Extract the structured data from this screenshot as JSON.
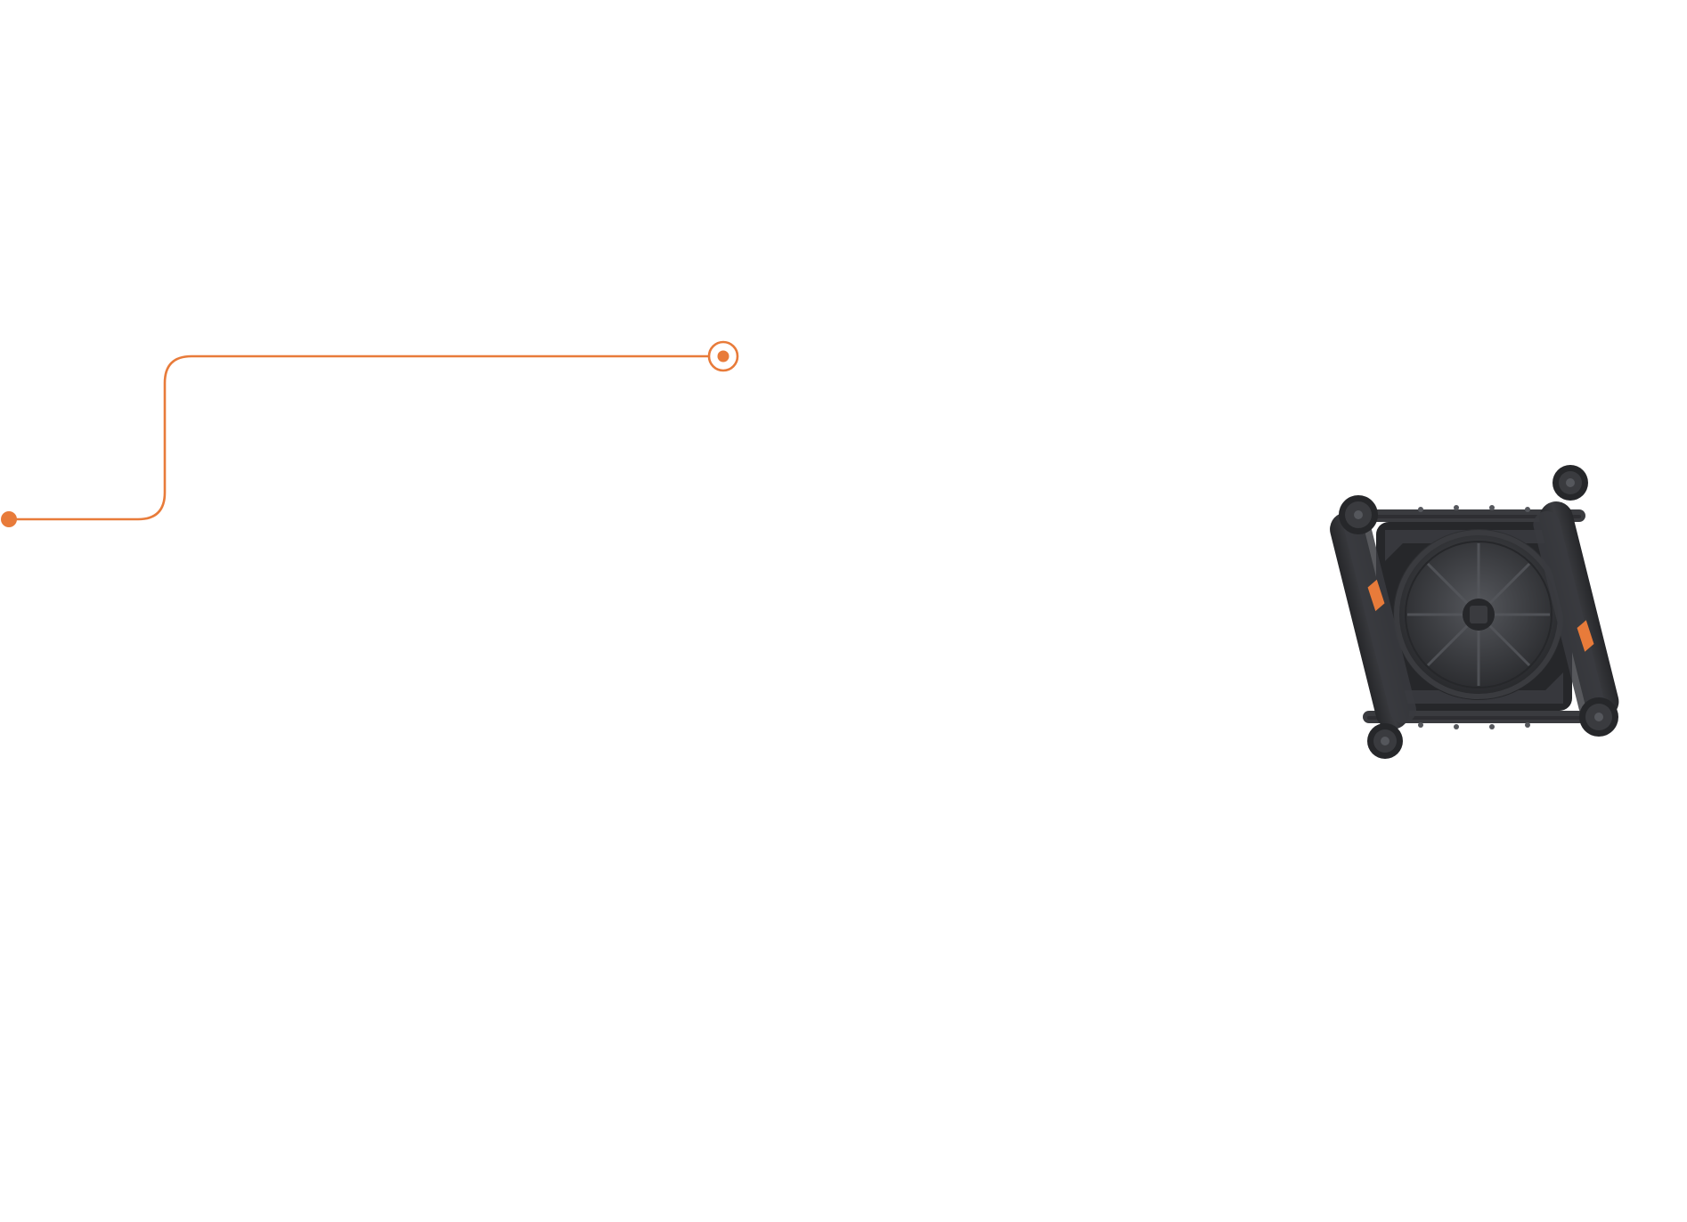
{
  "scene": {
    "background": "#ffffff",
    "accent_color": "#e87b3a",
    "drone_body_color": "#3a3b3f",
    "drone_dark_color": "#26272a",
    "drone_highlight_color": "#55575c",
    "callout": {
      "start_marker": "dot",
      "end_marker": "target-ring"
    },
    "product": {
      "icon": "folded-drone-icon",
      "view": "top-down",
      "propellers": 4,
      "accent_tips": 2
    }
  }
}
